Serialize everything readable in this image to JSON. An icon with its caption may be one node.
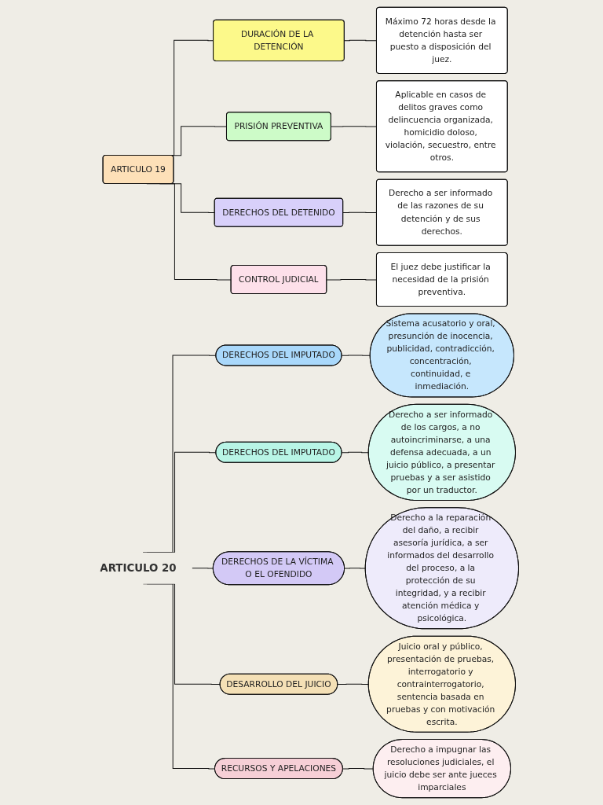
{
  "diagram": {
    "nodes": [
      {
        "text": [
          "ARTICULO 19"
        ]
      },
      {
        "text": [
          "DURACIÓN DE LA DETENCIÓN"
        ]
      },
      {
        "text": [
          "Máximo 72 horas desde la detención hasta ser puesto a disposición del juez."
        ]
      },
      {
        "text": [
          "PRISIÓN PREVENTIVA"
        ]
      },
      {
        "text": [
          "Aplicable en casos de delitos graves como delincuencia organizada, homicidio doloso, violación, secuestro, entre otros."
        ]
      },
      {
        "text": [
          "DERECHOS DEL DETENIDO"
        ]
      },
      {
        "text": [
          "Derecho a ser informado de las razones de su detención y de sus derechos."
        ]
      },
      {
        "text": [
          "CONTROL JUDICIAL"
        ]
      },
      {
        "text": [
          "El juez debe justificar la necesidad de la prisión preventiva."
        ]
      },
      {
        "text": [
          "ARTICULO 20"
        ]
      },
      {
        "text": [
          "DERECHOS DEL IMPUTADO"
        ]
      },
      {
        "text": [
          "Sistema acusatorio y oral, presunción de inocencia, publicidad, contradicción, concentración, continuidad, e inmediación."
        ]
      },
      {
        "text": [
          "DERECHOS DEL IMPUTADO"
        ]
      },
      {
        "text": [
          "Derecho a ser informado de los cargos, a no autoincriminarse, a una defensa adecuada, a un juicio público, a presentar pruebas y a ser asistido por un traductor."
        ]
      },
      {
        "text": [
          "DERECHOS DE LA VÍCTIMA O EL OFENDIDO"
        ]
      },
      {
        "text": [
          "Derecho a la reparación del daño, a recibir asesoría jurídica, a ser informados del desarrollo del proceso, a la protección de su integridad, y a recibir atención médica y psicológica."
        ]
      },
      {
        "text": [
          "DESARROLLO DEL JUICIO"
        ]
      },
      {
        "text": [
          "Juicio oral y público, presentación de pruebas, interrogatorio y contrainterrogatorio, sentencia basada en pruebas y con motivación escrita."
        ]
      },
      {
        "text": [
          "RECURSOS Y APELACIONES"
        ]
      },
      {
        "text": [
          "Derecho a impugnar las resoluciones judiciales, el juicio debe ser ante jueces imparciales"
        ]
      }
    ],
    "edges": [
      {
        "from": 0,
        "to": 1,
        "arrow": "none"
      },
      {
        "from": 1,
        "to": 2,
        "arrow": "none"
      },
      {
        "from": 0,
        "to": 3,
        "arrow": "none"
      },
      {
        "from": 3,
        "to": 4,
        "arrow": "none"
      },
      {
        "from": 0,
        "to": 5,
        "arrow": "none"
      },
      {
        "from": 5,
        "to": 6,
        "arrow": "none"
      },
      {
        "from": 0,
        "to": 7,
        "arrow": "none"
      },
      {
        "from": 7,
        "to": 8,
        "arrow": "none"
      },
      {
        "from": 9,
        "to": 10,
        "arrow": "none"
      },
      {
        "from": 10,
        "to": 11,
        "arrow": "none"
      },
      {
        "from": 9,
        "to": 12,
        "arrow": "none"
      },
      {
        "from": 12,
        "to": 13,
        "arrow": "none"
      },
      {
        "from": 9,
        "to": 14,
        "arrow": "none"
      },
      {
        "from": 14,
        "to": 15,
        "arrow": "none"
      },
      {
        "from": 9,
        "to": 16,
        "arrow": "none"
      },
      {
        "from": 16,
        "to": 17,
        "arrow": "none"
      },
      {
        "from": 9,
        "to": 18,
        "arrow": "none"
      },
      {
        "from": 18,
        "to": 19,
        "arrow": "none"
      }
    ]
  }
}
